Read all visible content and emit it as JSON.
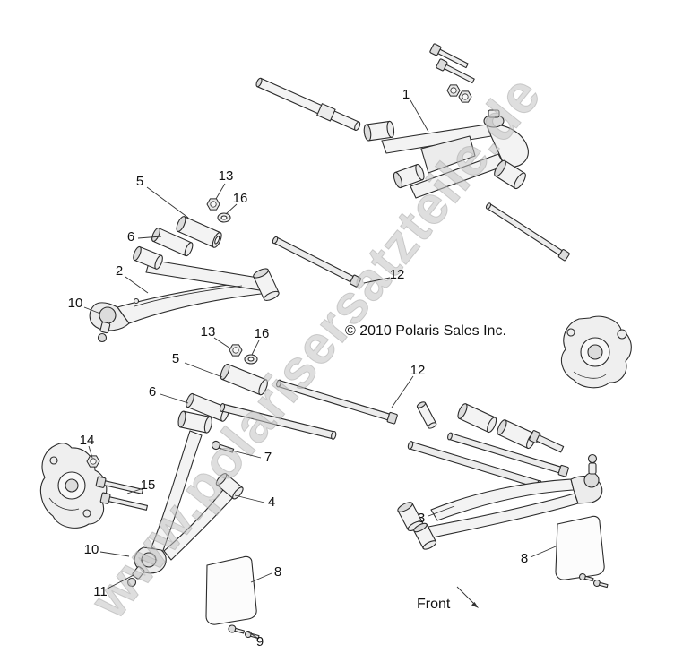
{
  "diagram": {
    "watermark": "www.polarisersatzteile.de",
    "copyright": "© 2010 Polaris Sales Inc.",
    "front_label": "Front"
  },
  "callouts": [
    {
      "label": "1"
    },
    {
      "label": "5"
    },
    {
      "label": "13"
    },
    {
      "label": "16"
    },
    {
      "label": "6"
    },
    {
      "label": "2"
    },
    {
      "label": "10"
    },
    {
      "label": "12"
    },
    {
      "label": "13"
    },
    {
      "label": "16"
    },
    {
      "label": "5"
    },
    {
      "label": "12"
    },
    {
      "label": "6"
    },
    {
      "label": "14"
    },
    {
      "label": "7"
    },
    {
      "label": "15"
    },
    {
      "label": "4"
    },
    {
      "label": "3"
    },
    {
      "label": "10"
    },
    {
      "label": "8"
    },
    {
      "label": "8"
    },
    {
      "label": "11"
    },
    {
      "label": "9"
    }
  ]
}
